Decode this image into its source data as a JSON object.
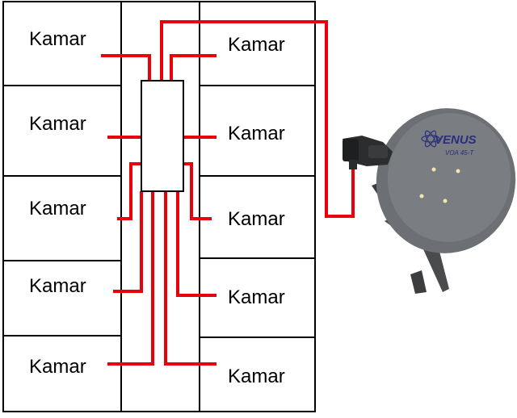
{
  "rooms": {
    "left": [
      {
        "label": "Kamar"
      },
      {
        "label": "Kamar"
      },
      {
        "label": "Kamar"
      },
      {
        "label": "Kamar"
      },
      {
        "label": "Kamar"
      }
    ],
    "right": [
      {
        "label": "Kamar"
      },
      {
        "label": "Kamar"
      },
      {
        "label": "Kamar"
      },
      {
        "label": "Kamar"
      },
      {
        "label": "Kamar"
      }
    ]
  },
  "dish": {
    "brand": "VENUS",
    "model": "VOA 45-T"
  },
  "colors": {
    "cable": "#e8000b",
    "wall": "#000000",
    "dish": "#6c6f73",
    "dish_dark": "#3a3c3f",
    "brand": "#2a2f7a"
  }
}
